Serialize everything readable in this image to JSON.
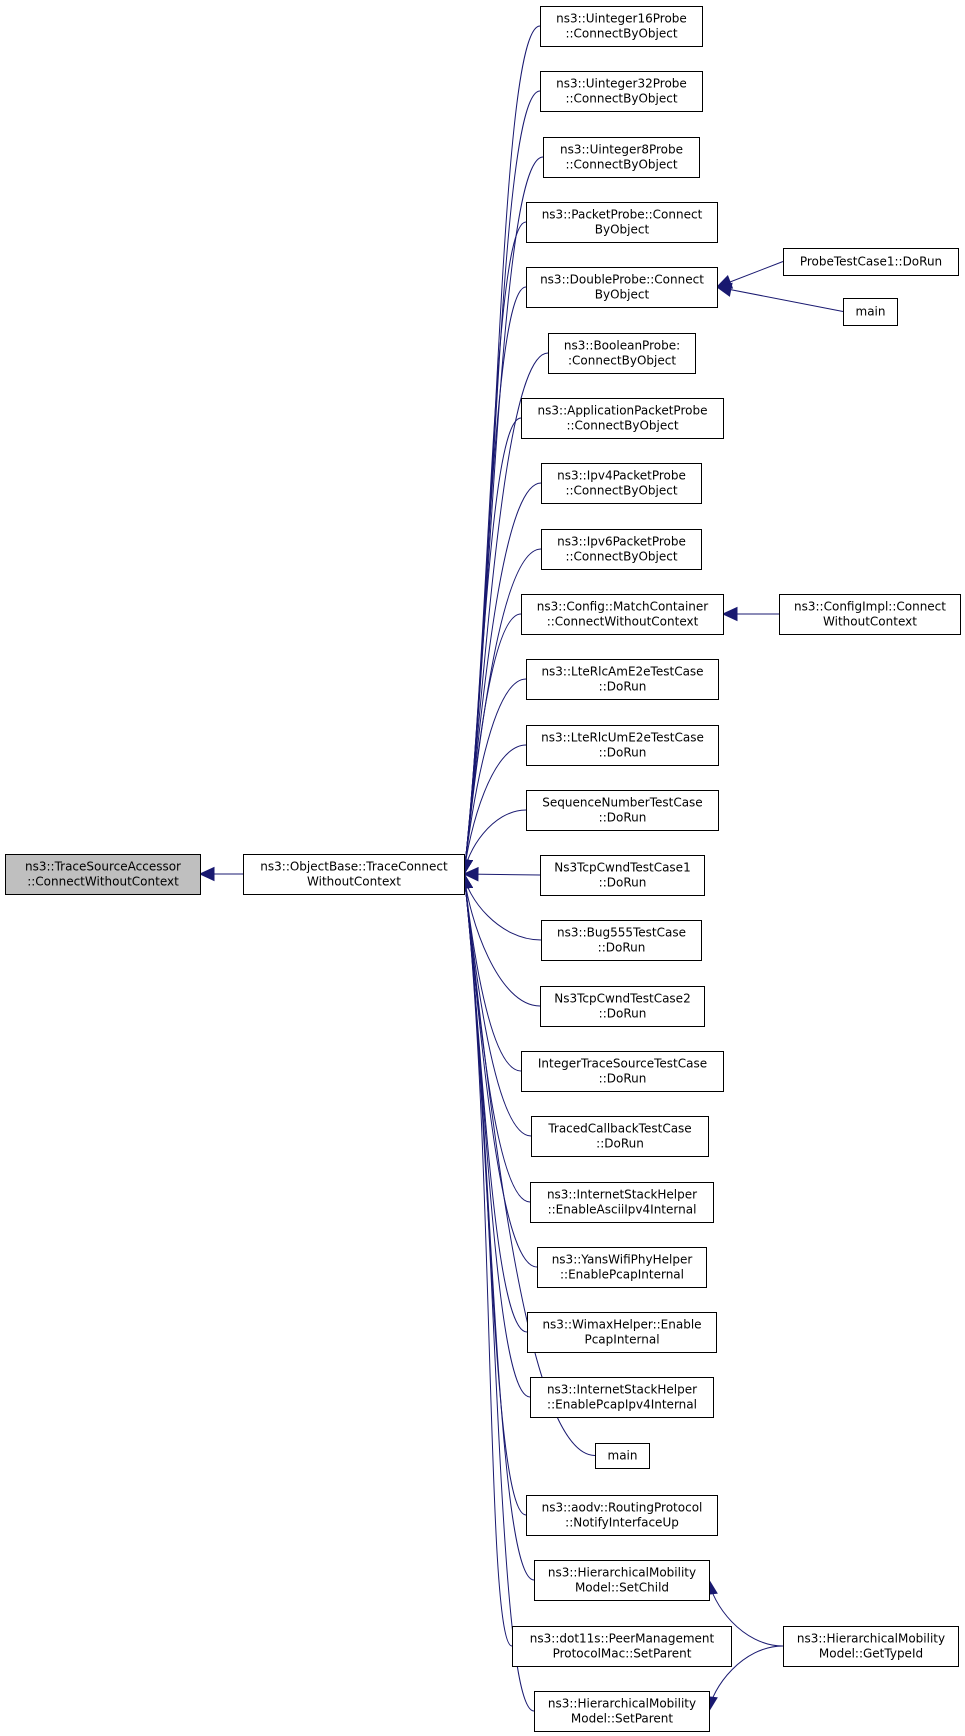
{
  "colors": {
    "edge": "#191970",
    "node_border": "#000000",
    "node_fill": "#ffffff",
    "root_fill": "#bfbfbf"
  },
  "nodes": [
    {
      "id": "root",
      "lines": [
        "ns3::TraceSourceAccessor",
        "::ConnectWithoutContext"
      ],
      "highlight": true
    },
    {
      "id": "objbase",
      "lines": [
        "ns3::ObjectBase::TraceConnect",
        "WithoutContext"
      ]
    },
    {
      "id": "u16",
      "lines": [
        "ns3::Uinteger16Probe",
        "::ConnectByObject"
      ]
    },
    {
      "id": "u32",
      "lines": [
        "ns3::Uinteger32Probe",
        "::ConnectByObject"
      ]
    },
    {
      "id": "u8",
      "lines": [
        "ns3::Uinteger8Probe",
        "::ConnectByObject"
      ]
    },
    {
      "id": "pkt",
      "lines": [
        "ns3::PacketProbe::Connect",
        "ByObject"
      ]
    },
    {
      "id": "dbl",
      "lines": [
        "ns3::DoubleProbe::Connect",
        "ByObject"
      ]
    },
    {
      "id": "bool",
      "lines": [
        "ns3::BooleanProbe:",
        ":ConnectByObject"
      ]
    },
    {
      "id": "app",
      "lines": [
        "ns3::ApplicationPacketProbe",
        "::ConnectByObject"
      ]
    },
    {
      "id": "ip4",
      "lines": [
        "ns3::Ipv4PacketProbe",
        "::ConnectByObject"
      ]
    },
    {
      "id": "ip6",
      "lines": [
        "ns3::Ipv6PacketProbe",
        "::ConnectByObject"
      ]
    },
    {
      "id": "match",
      "lines": [
        "ns3::Config::MatchContainer",
        "::ConnectWithoutContext"
      ]
    },
    {
      "id": "am",
      "lines": [
        "ns3::LteRlcAmE2eTestCase",
        "::DoRun"
      ]
    },
    {
      "id": "um",
      "lines": [
        "ns3::LteRlcUmE2eTestCase",
        "::DoRun"
      ]
    },
    {
      "id": "seq",
      "lines": [
        "SequenceNumberTestCase",
        "::DoRun"
      ]
    },
    {
      "id": "cwnd1",
      "lines": [
        "Ns3TcpCwndTestCase1",
        "::DoRun"
      ]
    },
    {
      "id": "bug",
      "lines": [
        "ns3::Bug555TestCase",
        "::DoRun"
      ]
    },
    {
      "id": "cwnd2",
      "lines": [
        "Ns3TcpCwndTestCase2",
        "::DoRun"
      ]
    },
    {
      "id": "int",
      "lines": [
        "IntegerTraceSourceTestCase",
        "::DoRun"
      ]
    },
    {
      "id": "traced",
      "lines": [
        "TracedCallbackTestCase",
        "::DoRun"
      ]
    },
    {
      "id": "ascii",
      "lines": [
        "ns3::InternetStackHelper",
        "::EnableAsciiIpv4Internal"
      ]
    },
    {
      "id": "yans",
      "lines": [
        "ns3::YansWifiPhyHelper",
        "::EnablePcapInternal"
      ]
    },
    {
      "id": "wimax",
      "lines": [
        "ns3::WimaxHelper::Enable",
        "PcapInternal"
      ]
    },
    {
      "id": "pcap4",
      "lines": [
        "ns3::InternetStackHelper",
        "::EnablePcapIpv4Internal"
      ]
    },
    {
      "id": "main1",
      "lines": [
        "main"
      ]
    },
    {
      "id": "aodv",
      "lines": [
        "ns3::aodv::RoutingProtocol",
        "::NotifyInterfaceUp"
      ]
    },
    {
      "id": "setchild",
      "lines": [
        "ns3::HierarchicalMobility",
        "Model::SetChild"
      ]
    },
    {
      "id": "dot11s",
      "lines": [
        "ns3::dot11s::PeerManagement",
        "ProtocolMac::SetParent"
      ]
    },
    {
      "id": "setparent",
      "lines": [
        "ns3::HierarchicalMobility",
        "Model::SetParent"
      ]
    },
    {
      "id": "probetc",
      "lines": [
        "ProbeTestCase1::DoRun"
      ]
    },
    {
      "id": "main2",
      "lines": [
        "main"
      ]
    },
    {
      "id": "cfgimpl",
      "lines": [
        "ns3::ConfigImpl::Connect",
        "WithoutContext"
      ]
    },
    {
      "id": "typeid",
      "lines": [
        "ns3::HierarchicalMobility",
        "Model::GetTypeId"
      ]
    }
  ],
  "edges": [
    {
      "from": "objbase",
      "to": "root"
    },
    {
      "from": "u16",
      "to": "objbase"
    },
    {
      "from": "u32",
      "to": "objbase"
    },
    {
      "from": "u8",
      "to": "objbase"
    },
    {
      "from": "pkt",
      "to": "objbase"
    },
    {
      "from": "dbl",
      "to": "objbase"
    },
    {
      "from": "bool",
      "to": "objbase"
    },
    {
      "from": "app",
      "to": "objbase"
    },
    {
      "from": "ip4",
      "to": "objbase"
    },
    {
      "from": "ip6",
      "to": "objbase"
    },
    {
      "from": "match",
      "to": "objbase"
    },
    {
      "from": "am",
      "to": "objbase"
    },
    {
      "from": "um",
      "to": "objbase"
    },
    {
      "from": "seq",
      "to": "objbase"
    },
    {
      "from": "cwnd1",
      "to": "objbase"
    },
    {
      "from": "bug",
      "to": "objbase"
    },
    {
      "from": "cwnd2",
      "to": "objbase"
    },
    {
      "from": "int",
      "to": "objbase"
    },
    {
      "from": "traced",
      "to": "objbase"
    },
    {
      "from": "ascii",
      "to": "objbase"
    },
    {
      "from": "yans",
      "to": "objbase"
    },
    {
      "from": "wimax",
      "to": "objbase"
    },
    {
      "from": "pcap4",
      "to": "objbase"
    },
    {
      "from": "main1",
      "to": "objbase"
    },
    {
      "from": "aodv",
      "to": "objbase"
    },
    {
      "from": "setchild",
      "to": "objbase"
    },
    {
      "from": "dot11s",
      "to": "objbase"
    },
    {
      "from": "setparent",
      "to": "objbase"
    },
    {
      "from": "probetc",
      "to": "dbl"
    },
    {
      "from": "main2",
      "to": "dbl"
    },
    {
      "from": "cfgimpl",
      "to": "match"
    },
    {
      "from": "typeid",
      "to": "setchild"
    },
    {
      "from": "typeid",
      "to": "setparent"
    }
  ]
}
